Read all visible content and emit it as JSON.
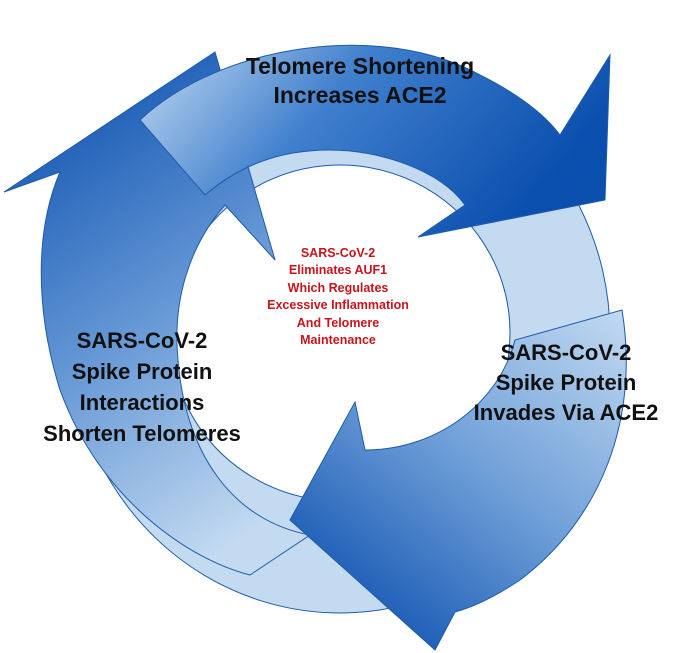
{
  "diagram": {
    "colors": {
      "ring_dark": "#0b4fae",
      "ring_mid": "#3f7fcd",
      "ring_light": "#c3daf1",
      "ring_edge": "#1d5bab",
      "label_text": "#111111",
      "center_text": "#c8141c",
      "background": "#ffffff"
    },
    "labels": {
      "top": {
        "line1": "Telomere Shortening",
        "line2": "Increases ACE2"
      },
      "right": {
        "line1": "SARS-CoV-2",
        "line2": "Spike Protein",
        "line3": "Invades Via ACE2"
      },
      "left": {
        "line1": "SARS-CoV-2",
        "line2": "Spike Protein",
        "line3": "Interactions",
        "line4": "Shorten Telomeres"
      },
      "center": {
        "line1": "SARS-CoV-2",
        "line2": "Eliminates AUF1",
        "line3": "Which Regulates",
        "line4": "Excessive Inflammation",
        "line5": "And Telomere",
        "line6": "Maintenance"
      }
    },
    "arrows": [
      {
        "name": "top-right-arrow",
        "direction": "clockwise"
      },
      {
        "name": "bottom-arrow",
        "direction": "clockwise"
      },
      {
        "name": "left-arrow",
        "direction": "clockwise"
      }
    ]
  }
}
